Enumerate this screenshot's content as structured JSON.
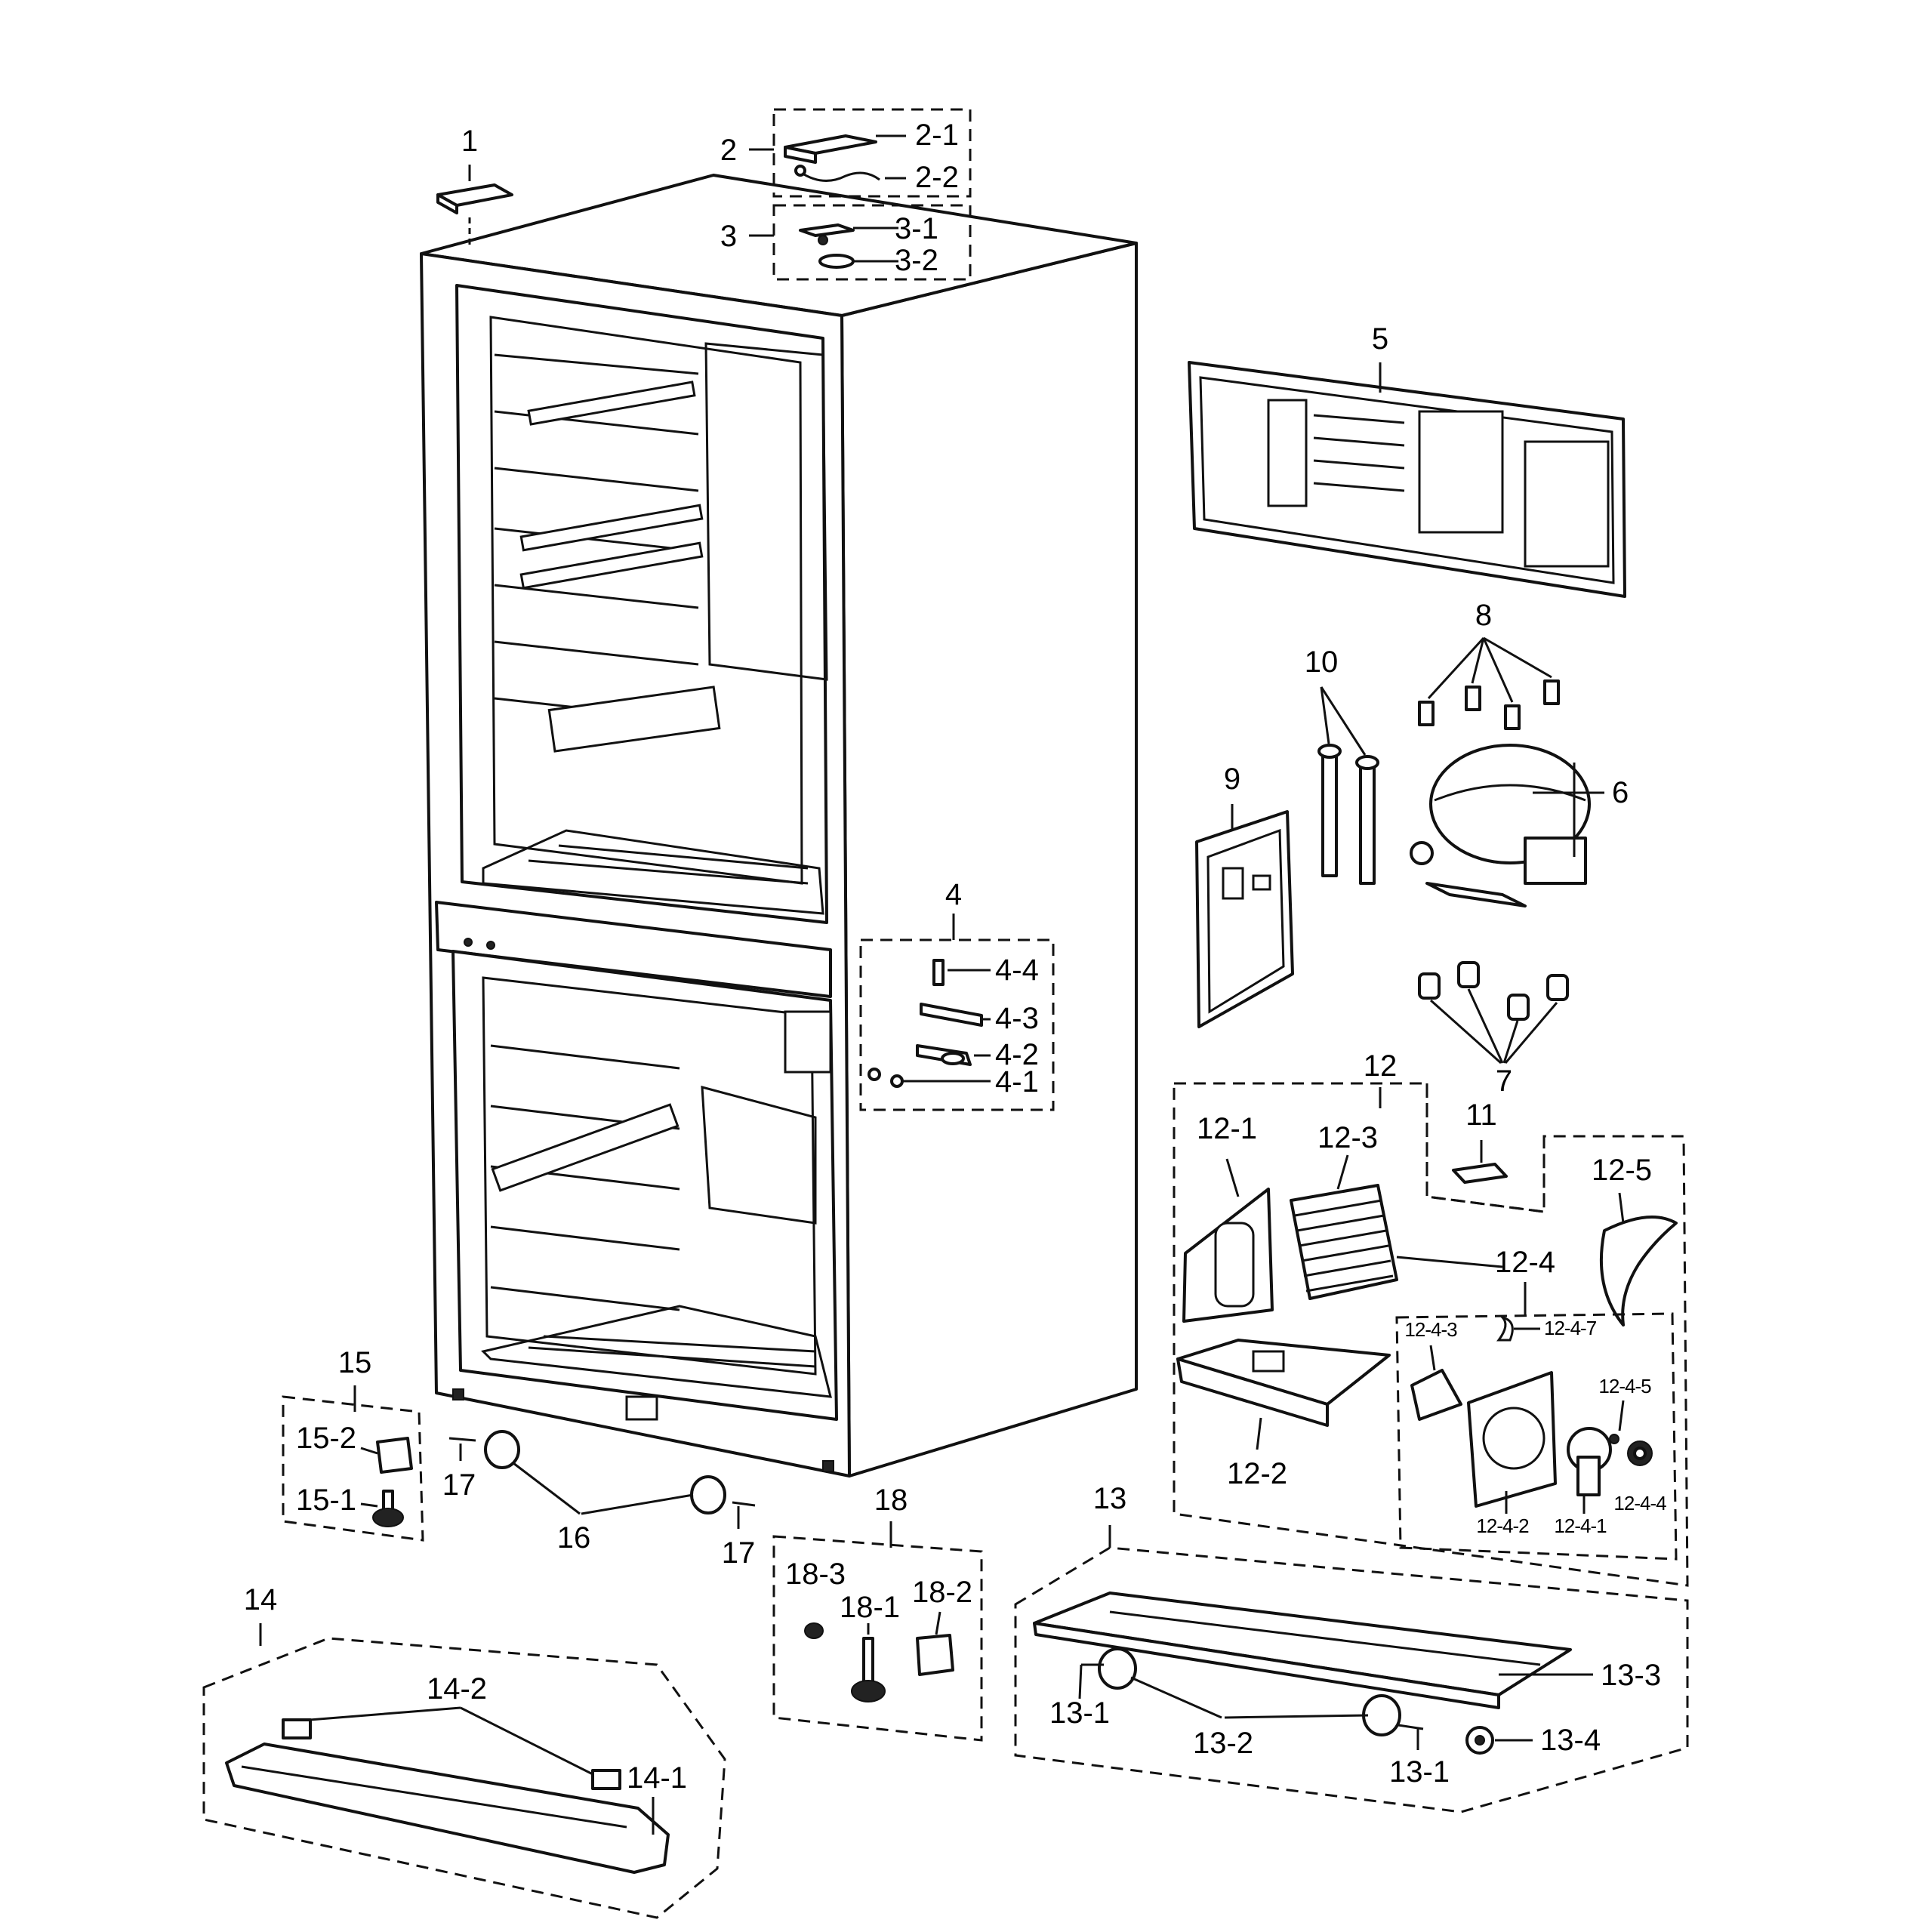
{
  "callouts": {
    "c1": "1",
    "c2": "2",
    "c2_1": "2-1",
    "c2_2": "2-2",
    "c3": "3",
    "c3_1": "3-1",
    "c3_2": "3-2",
    "c4": "4",
    "c4_1": "4-1",
    "c4_2": "4-2",
    "c4_3": "4-3",
    "c4_4": "4-4",
    "c5": "5",
    "c6": "6",
    "c7": "7",
    "c8": "8",
    "c9": "9",
    "c10": "10",
    "c11": "11",
    "c12": "12",
    "c12_1": "12-1",
    "c12_2": "12-2",
    "c12_3": "12-3",
    "c12_4": "12-4",
    "c12_5": "12-5",
    "c12_4_1": "12-4-1",
    "c12_4_2": "12-4-2",
    "c12_4_3": "12-4-3",
    "c12_4_4": "12-4-4",
    "c12_4_5": "12-4-5",
    "c12_4_7": "12-4-7",
    "c13": "13",
    "c13_1a": "13-1",
    "c13_1b": "13-1",
    "c13_2": "13-2",
    "c13_3": "13-3",
    "c13_4": "13-4",
    "c14": "14",
    "c14_1": "14-1",
    "c14_2": "14-2",
    "c15": "15",
    "c15_1": "15-1",
    "c15_2": "15-2",
    "c16": "16",
    "c17a": "17",
    "c17b": "17",
    "c18": "18",
    "c18_1": "18-1",
    "c18_2": "18-2",
    "c18_3": "18-3"
  }
}
